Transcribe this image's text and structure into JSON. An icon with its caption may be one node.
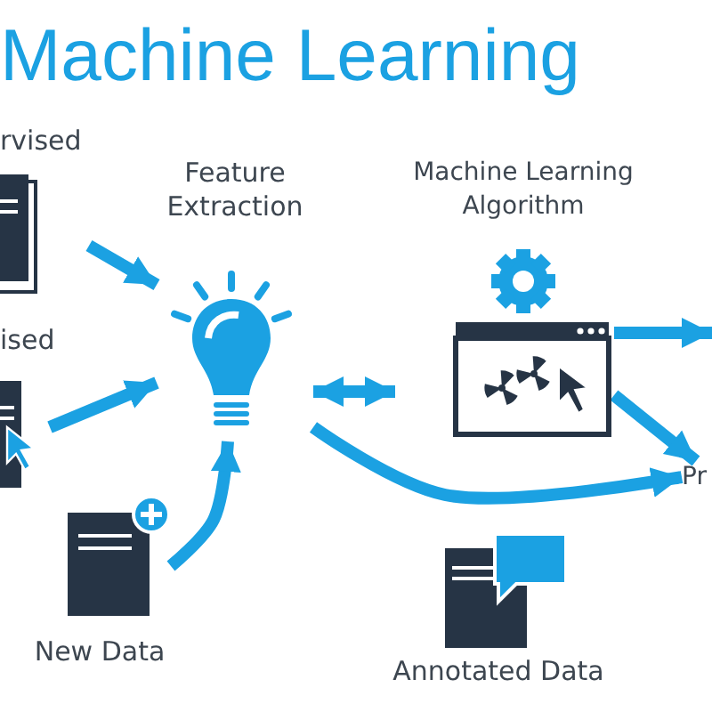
{
  "diagram": {
    "title": "Machine Learning",
    "nodes": [
      {
        "text": [
          "rvised"
        ]
      },
      {
        "text": [
          "ised"
        ]
      },
      {
        "text": [
          "Feature Extraction"
        ]
      },
      {
        "text": [
          "Machine Learning Algorithm"
        ]
      },
      {
        "text": [
          "New Data"
        ]
      },
      {
        "text": [
          "Pr"
        ]
      },
      {
        "text": [
          "Annotated Data"
        ]
      }
    ],
    "edges": [
      {
        "from": 0,
        "to": 2,
        "arrow": "to"
      },
      {
        "from": 1,
        "to": 2,
        "arrow": "to"
      },
      {
        "from": 4,
        "to": 2,
        "arrow": "to"
      },
      {
        "from": 2,
        "to": 3,
        "arrow": "both"
      },
      {
        "from": 2,
        "to": 5,
        "arrow": "to"
      },
      {
        "from": 3,
        "to": 5,
        "arrow": "to"
      },
      {
        "from": 3,
        "to": null,
        "arrow": "to"
      }
    ]
  }
}
